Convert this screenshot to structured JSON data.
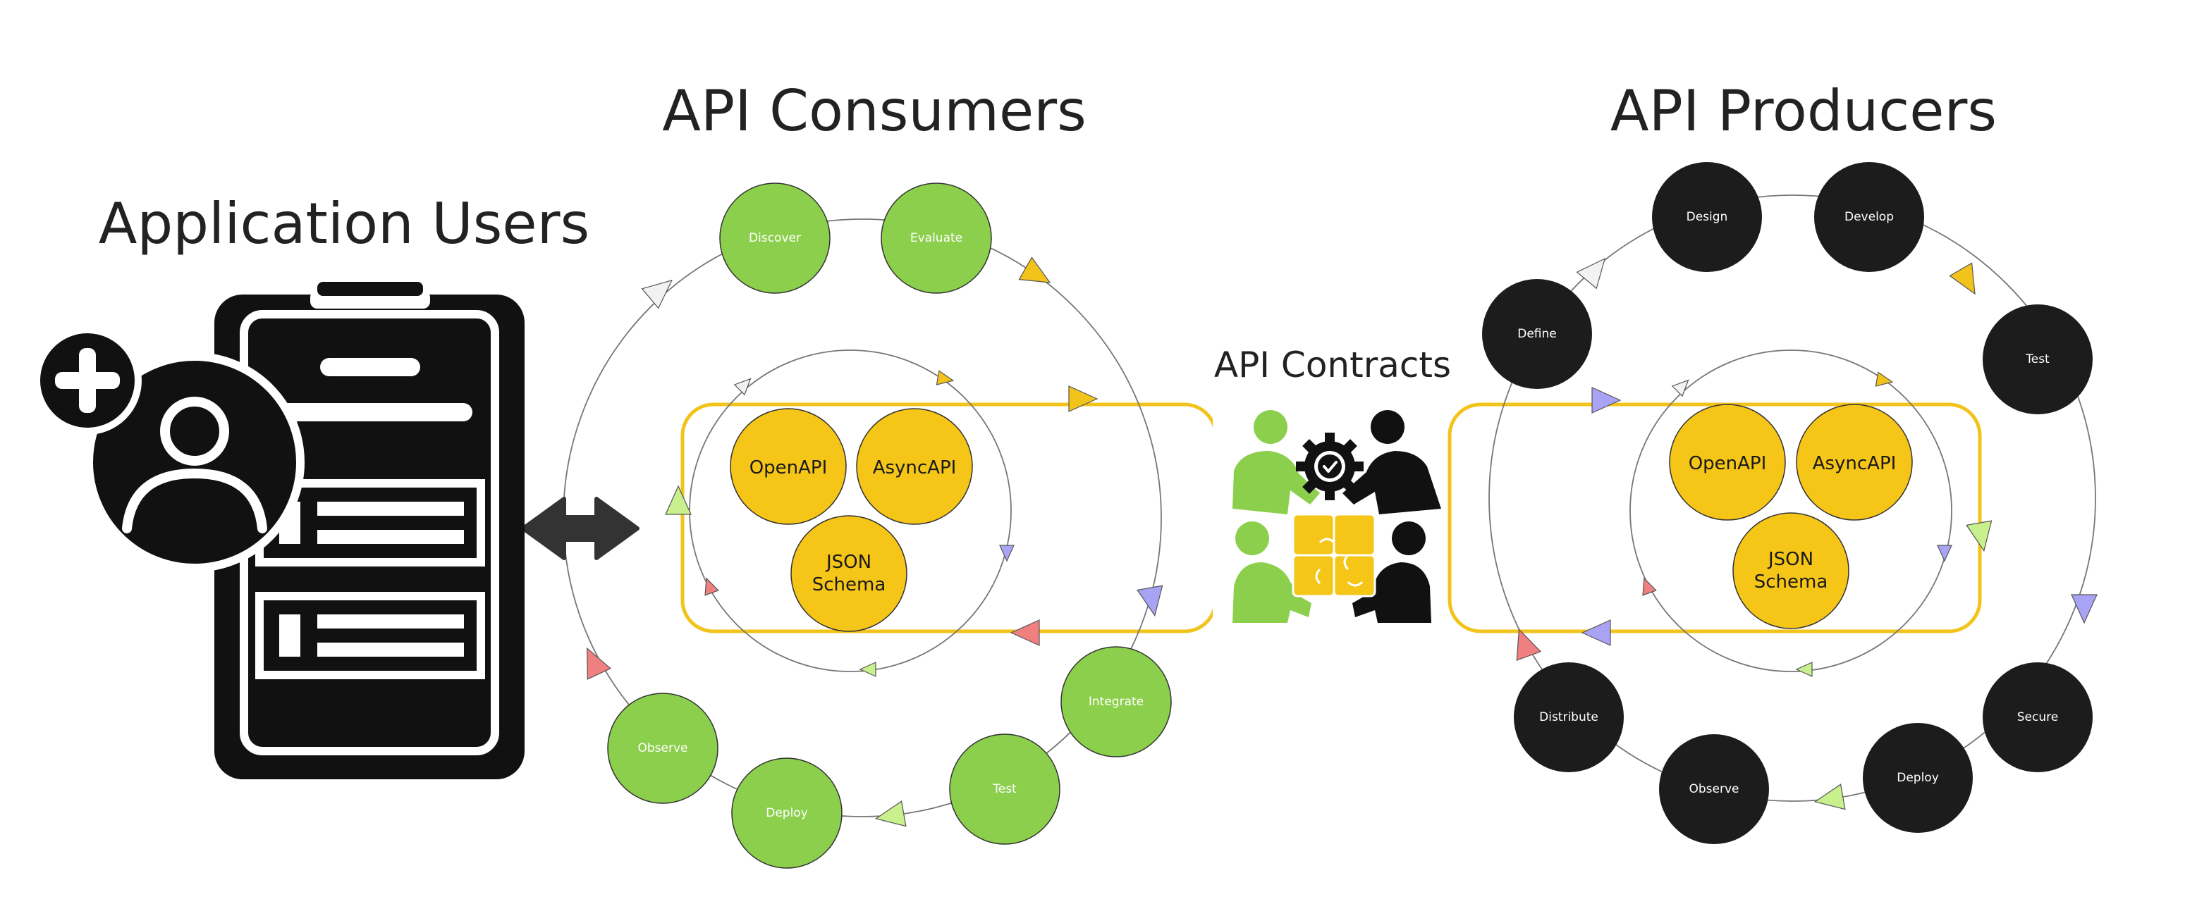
{
  "titles": {
    "application_users": "Application Users",
    "api_consumers": "API Consumers",
    "api_producers": "API Producers",
    "api_contracts": "API Contracts"
  },
  "consumer_cycle": {
    "stages": [
      "Discover",
      "Evaluate",
      "Integrate",
      "Test",
      "Deploy",
      "Observe"
    ]
  },
  "producer_cycle": {
    "stages": [
      "Design",
      "Develop",
      "Test",
      "Secure",
      "Deploy",
      "Observe",
      "Distribute",
      "Define"
    ]
  },
  "specs": {
    "openapi": "OpenAPI",
    "asyncapi": "AsyncAPI",
    "json_schema_line1": "JSON",
    "json_schema_line2": "Schema"
  },
  "colors": {
    "consumer_node": "#8ccf4d",
    "producer_node": "#1c1c1c",
    "spec_node": "#f5c518",
    "contract_band": "#f2c31a",
    "arrow_yellow": "#f2c31a",
    "arrow_purple": "#a9a3f5",
    "arrow_green": "#c8f08c",
    "arrow_red": "#f07f7f",
    "arrow_white": "#f2f2f2"
  },
  "icons": {
    "users_app": "mobile-app-add-user-icon",
    "bidirectional": "double-headed-arrow-icon",
    "contracts": "team-puzzle-collaboration-icon"
  }
}
